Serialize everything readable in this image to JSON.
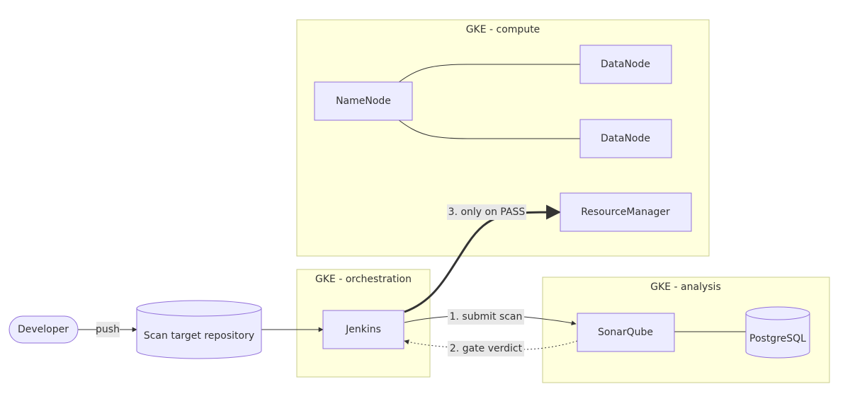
{
  "clusters": {
    "compute": "GKE - compute",
    "orchestration": "GKE - orchestration",
    "analysis": "GKE - analysis"
  },
  "nodes": {
    "developer": "Developer",
    "repo": "Scan target repository",
    "jenkins": "Jenkins",
    "namenode": "NameNode",
    "datanode1": "DataNode",
    "datanode2": "DataNode",
    "resourcemanager": "ResourceManager",
    "sonarqube": "SonarQube",
    "postgresql": "PostgreSQL"
  },
  "edges": {
    "push": "push",
    "submit_scan": "1. submit scan",
    "gate_verdict": "2. gate verdict",
    "only_on_pass": "3. only on PASS"
  },
  "colors": {
    "cluster_fill": "#ffffde",
    "cluster_stroke": "#c9cc8e",
    "node_fill": "#ececff",
    "node_stroke": "#9370db",
    "edge": "#333333",
    "edge_label_bg": "#e8e8e8"
  }
}
